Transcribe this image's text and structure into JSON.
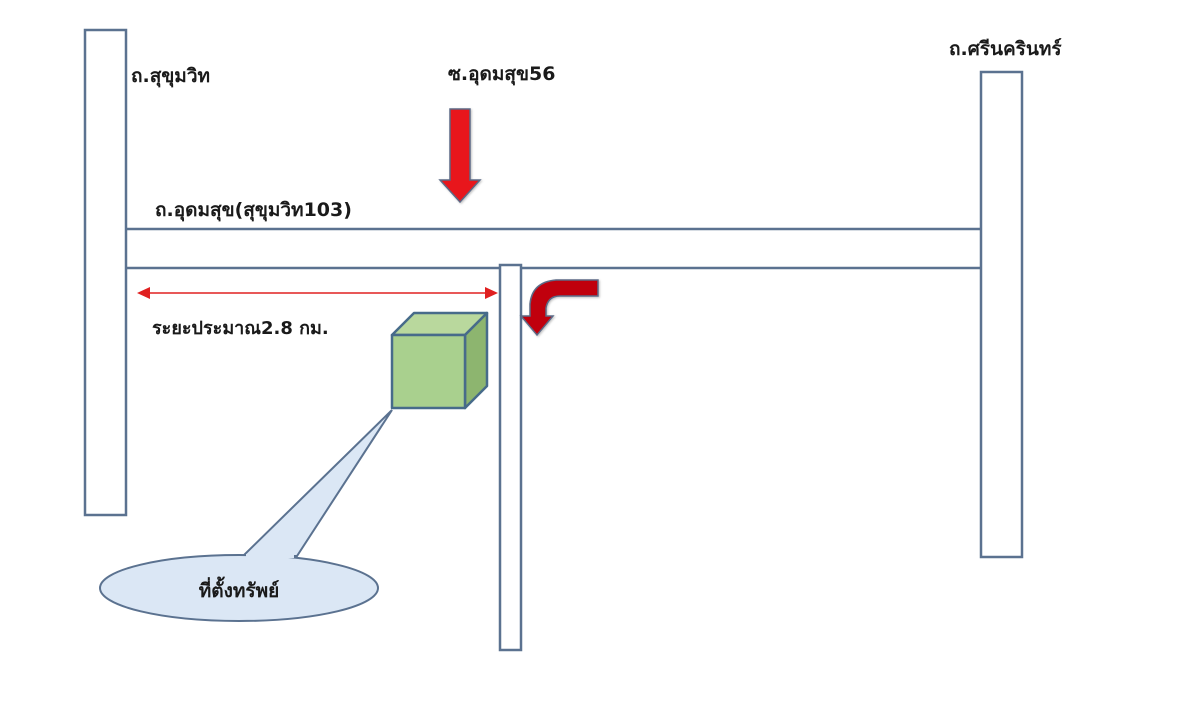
{
  "title": "แผนที่ตั้งทรัพย์",
  "roads": {
    "sukhumvit": "ถ.สุขุมวิท",
    "udomsuk": "ถ.อุดมสุข(สุขุมวิท103)",
    "srinakarin": "ถ.ศรีนครินทร์",
    "soi": "ซ.อุดมสุข56"
  },
  "distance_label": "ระยะประมาณ2.8 กม.",
  "callout_label": "ที่ตั้งทรัพย์",
  "colors": {
    "road_stroke": "#5b7290",
    "arrow_red": "#e8141a",
    "curved_arrow": "#c0000c",
    "distance_line": "#e02020",
    "cube_front": "#a9d08e",
    "cube_side": "#8db56f",
    "callout_fill": "#dbe7f5"
  }
}
